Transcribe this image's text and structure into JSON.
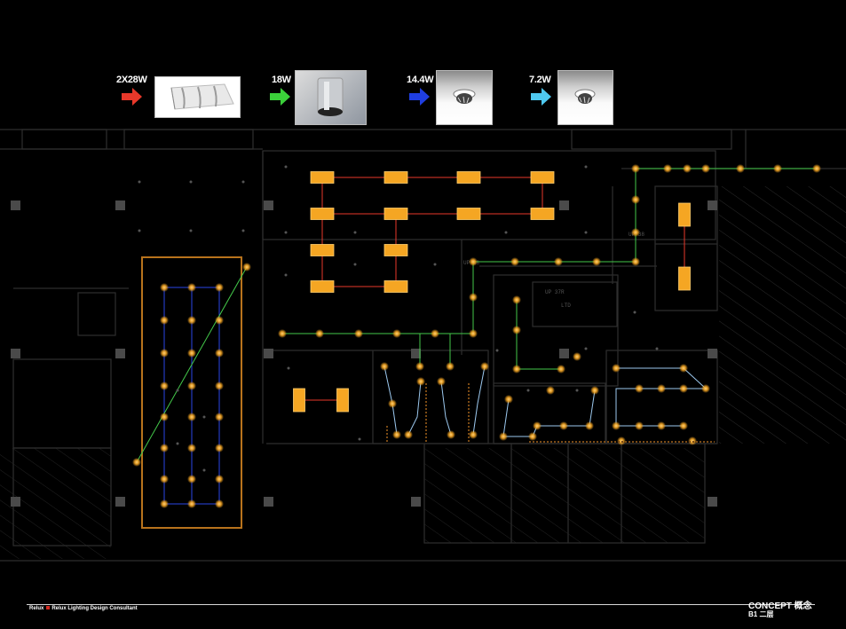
{
  "legend": [
    {
      "wattage": "2X28W",
      "arrow_color": "#e8382a",
      "fixture": "grille-troffer-icon",
      "line_color": "#e8382a"
    },
    {
      "wattage": "18W",
      "arrow_color": "#3bd03a",
      "fixture": "cylinder-downlight-icon",
      "line_color": "#43c84a"
    },
    {
      "wattage": "14.4W",
      "arrow_color": "#1f3ee0",
      "fixture": "recessed-downlight-icon",
      "line_color": "#2a46e6"
    },
    {
      "wattage": "7.2W",
      "arrow_color": "#4fc9f0",
      "fixture": "recessed-downlight-small-icon",
      "line_color": "#9cc8ee"
    }
  ],
  "plan_labels": {
    "room_a": "UP 38",
    "room_b": "UP 37R",
    "room_c": "LTD",
    "room_d": "UP 38"
  },
  "footer": {
    "brand": "Relux",
    "consultant": "Relux Lighting Design Consultant",
    "title": "CONCEPT 概念",
    "subtitle": "B1 二层"
  },
  "colors": {
    "background": "#000000",
    "wall": "#2e2e2e",
    "fixture_glow": "#f5a623",
    "column": "#4a4a4a"
  }
}
